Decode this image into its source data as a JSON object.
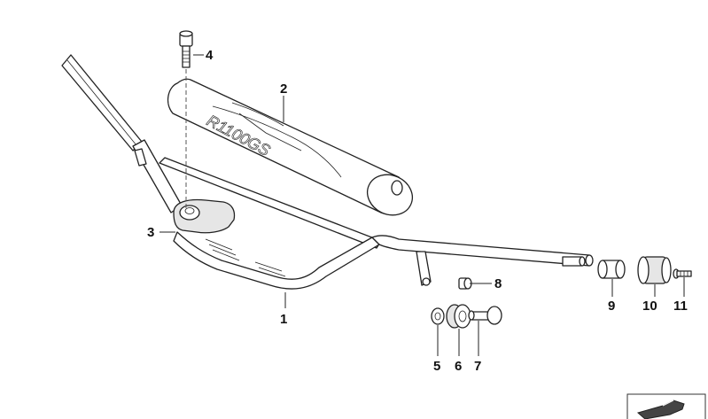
{
  "diagram": {
    "callouts": [
      {
        "id": "1",
        "label": "1"
      },
      {
        "id": "2",
        "label": "2"
      },
      {
        "id": "3",
        "label": "3"
      },
      {
        "id": "4",
        "label": "4"
      },
      {
        "id": "5",
        "label": "5"
      },
      {
        "id": "6",
        "label": "6"
      },
      {
        "id": "7",
        "label": "7"
      },
      {
        "id": "8",
        "label": "8"
      },
      {
        "id": "9",
        "label": "9"
      },
      {
        "id": "10",
        "label": "10"
      },
      {
        "id": "11",
        "label": "11"
      }
    ],
    "pad_print": "R1100GS",
    "corner_icon": "arrow-block-icon"
  }
}
